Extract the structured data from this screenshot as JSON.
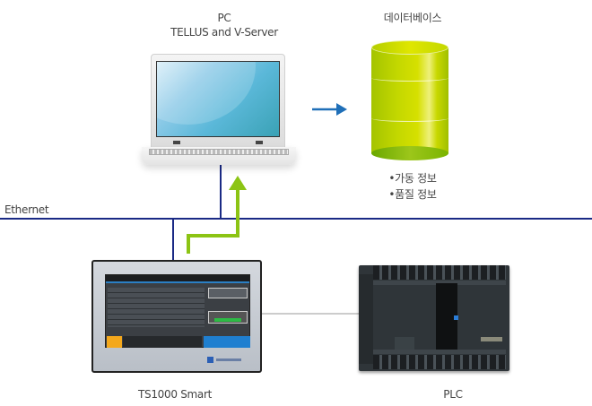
{
  "diagram": {
    "pc": {
      "title": "PC",
      "subtitle": "TELLUS and V-Server",
      "icon": "laptop-icon"
    },
    "database": {
      "title": "데이터베이스",
      "icon": "database-cylinder-icon",
      "items": [
        "•가동 정보",
        "•품질 정보"
      ]
    },
    "network": {
      "label": "Ethernet"
    },
    "hmi": {
      "label": "TS1000 Smart",
      "icon": "hmi-touch-panel-icon"
    },
    "plc": {
      "label": "PLC",
      "icon": "plc-controller-icon"
    },
    "connections": [
      {
        "from": "PC",
        "to": "데이터베이스",
        "type": "data-flow-arrow",
        "color": "#1f6fb8"
      },
      {
        "from": "TS1000 Smart",
        "to": "PC",
        "type": "data-flow-arrow",
        "color": "#8cc414"
      },
      {
        "from": "PC",
        "to": "Ethernet",
        "type": "network-line",
        "color": "#1a2a85"
      },
      {
        "from": "TS1000 Smart",
        "to": "Ethernet",
        "type": "network-line",
        "color": "#1a2a85"
      },
      {
        "from": "TS1000 Smart",
        "to": "PLC",
        "type": "serial-line",
        "color": "#bbbbbb"
      }
    ]
  },
  "colors": {
    "network_line": "#1a2a85",
    "blue_arrow": "#1f6fb8",
    "green_arrow": "#8cc414",
    "plc_link": "#bbbbbb"
  }
}
